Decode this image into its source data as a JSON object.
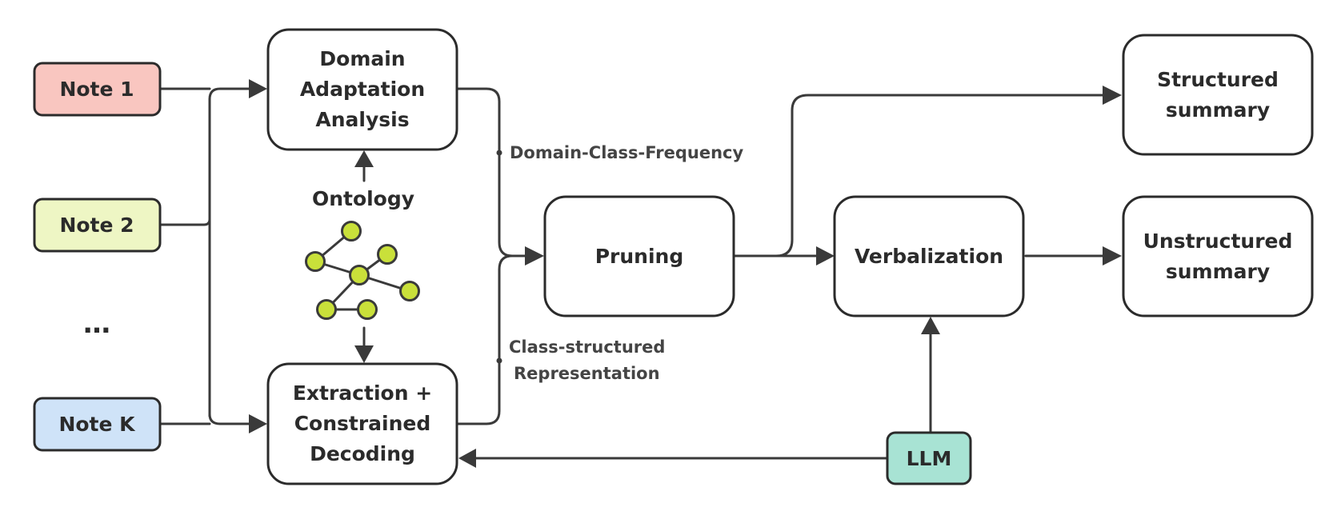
{
  "notes": [
    {
      "id": "note1",
      "label": "Note 1",
      "color": "#f9c6c0"
    },
    {
      "id": "note2",
      "label": "Note 2",
      "color": "#eef6c4"
    },
    {
      "id": "note-ellipsis",
      "label": "…"
    },
    {
      "id": "notek",
      "label": "Note K",
      "color": "#cfe3f8"
    }
  ],
  "boxes": {
    "domain_adaptation": [
      "Domain",
      "Adaptation",
      "Analysis"
    ],
    "extraction": [
      "Extraction +",
      "Constrained",
      "Decoding"
    ],
    "pruning": [
      "Pruning"
    ],
    "verbalization": [
      "Verbalization"
    ],
    "structured_summary": [
      "Structured",
      "summary"
    ],
    "unstructured_summary": [
      "Unstructured",
      "summary"
    ],
    "llm": [
      "LLM"
    ]
  },
  "ontology": {
    "label": "Ontology",
    "node_color": "#c9e03a"
  },
  "edge_labels": {
    "domain_class_frequency": "Domain-Class-Frequency",
    "class_structured": [
      "Class-structured",
      "Representation"
    ]
  },
  "colors": {
    "llm": "#a8e3d4",
    "stroke": "#3a3a3a"
  }
}
